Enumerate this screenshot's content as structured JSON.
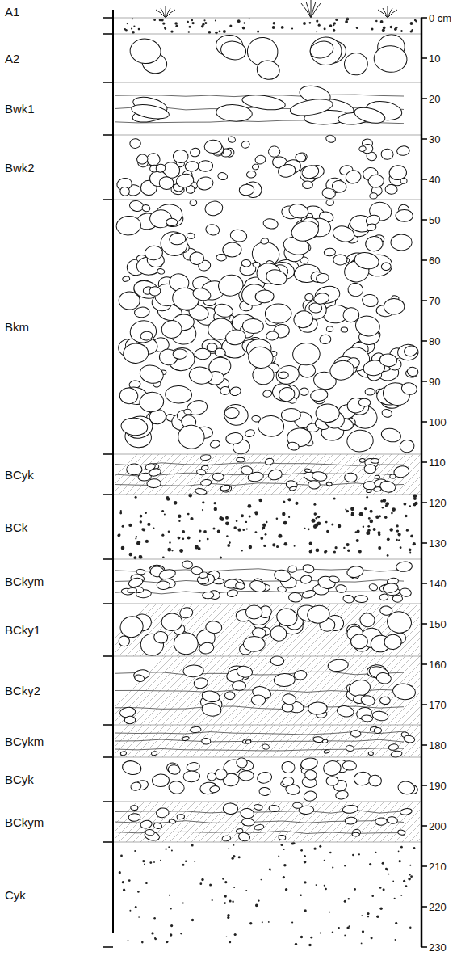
{
  "diagram": {
    "labels": [
      "A1",
      "A2",
      "Bwk1",
      "Bwk2",
      "Bkm",
      "BCyk",
      "BCk",
      "BCkym",
      "BCky1",
      "BCky2",
      "BCykm",
      "BCyk",
      "BCkym",
      "Cyk",
      "0 cm",
      "10",
      "20",
      "30",
      "40",
      "50",
      "60",
      "70",
      "80",
      "90",
      "100",
      "110",
      "120",
      "130",
      "140",
      "150",
      "160",
      "170",
      "180",
      "190",
      "200",
      "210",
      "220",
      "230"
    ]
  }
}
